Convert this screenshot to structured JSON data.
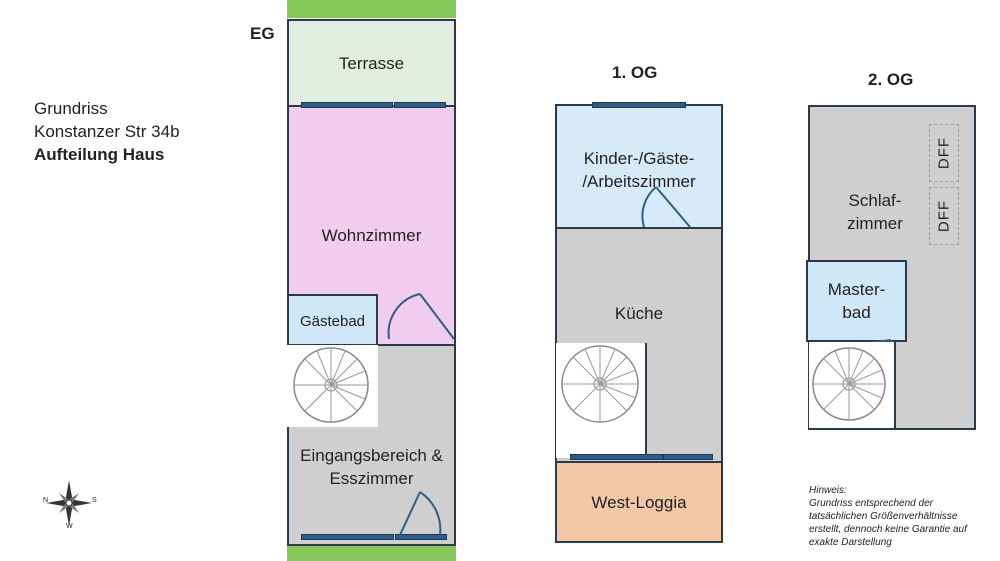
{
  "header": {
    "line1": "Grundriss",
    "line2": "Konstanzer Str 34b",
    "line3": "Aufteilung Haus"
  },
  "floors": {
    "eg": {
      "title": "EG",
      "rooms": {
        "terrasse": "Terrasse",
        "wohnzimmer": "Wohnzimmer",
        "gaestebad": "Gästebad",
        "eingang_line1": "Eingangsbereich &",
        "eingang_line2": "Esszimmer"
      }
    },
    "og1": {
      "title": "1. OG",
      "rooms": {
        "kinder_line1": "Kinder-/Gäste-",
        "kinder_line2": "/Arbeitszimmer",
        "kueche": "Küche",
        "loggia": "West-Loggia"
      }
    },
    "og2": {
      "title": "2. OG",
      "rooms": {
        "schlaf_line1": "Schlaf-",
        "schlaf_line2": "zimmer",
        "master_line1": "Master-",
        "master_line2": "bad",
        "dff1": "DFF",
        "dff2": "DFF"
      }
    }
  },
  "compass": {
    "n": "N",
    "s": "S",
    "w": "W"
  },
  "note": {
    "line1": "Hinweis:",
    "line2": "Grundriss entsprechend der",
    "line3": "tatsächlichen Größenverhältnisse",
    "line4": "erstellt, dennoch keine Garantie auf",
    "line5": "exakte Darstellung"
  },
  "colors": {
    "terrasse": "#e2ede0",
    "wohnzimmer": "#f0cdee",
    "gaestebad": "#cfe7f6",
    "grey_room": "#cfcfcf",
    "kinder": "#d6eaf7",
    "loggia": "#f3c8a8",
    "grass": "#86c85a"
  }
}
